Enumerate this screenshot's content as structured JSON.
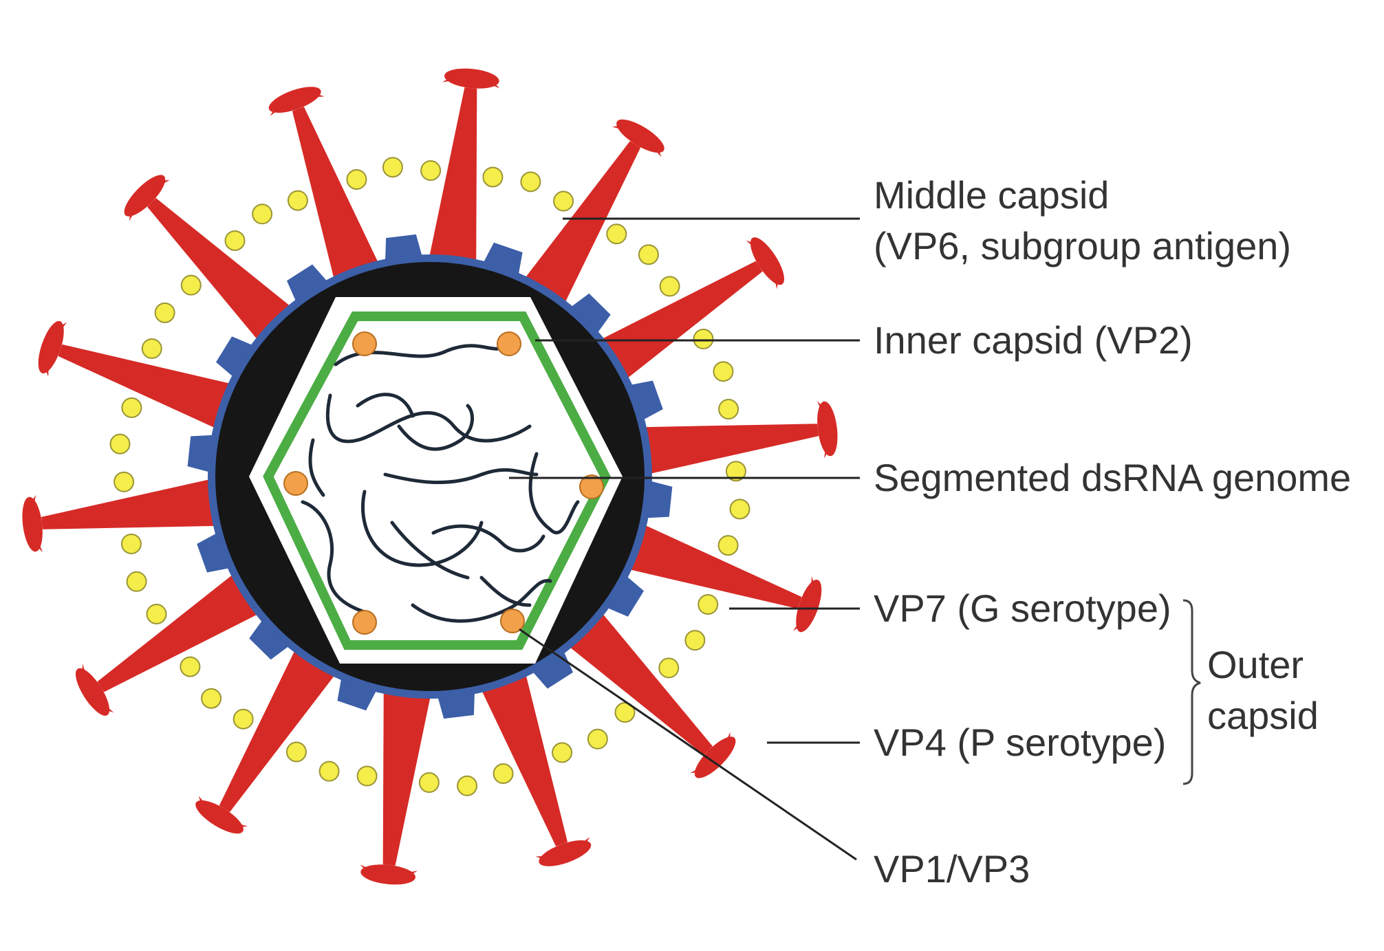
{
  "labels": {
    "middle_capsid": {
      "line1": "Middle capsid",
      "line2": "(VP6, subgroup antigen)"
    },
    "inner_capsid": "Inner capsid (VP2)",
    "genome": "Segmented dsRNA genome",
    "vp7": "VP7 (G serotype)",
    "vp4": "VP4 (P serotype)",
    "outer_capsid": {
      "line1": "Outer",
      "line2": "capsid"
    },
    "vp1_vp3": "VP1/VP3"
  },
  "colors": {
    "spike": "#d62a26",
    "middle_capsid": "#3c5fa8",
    "core_shell": "#161616",
    "inner_capsid": "#4cad45",
    "vp7_dots": "#f4ed4a",
    "vp1_vp3": "#f2a04a",
    "genome": "#1f2a38",
    "leader": "#222222"
  },
  "icons": {
    "spike": "vp4-spike-icon",
    "vp7": "vp7-particle-icon",
    "enzyme": "vp1-vp3-particle-icon"
  }
}
